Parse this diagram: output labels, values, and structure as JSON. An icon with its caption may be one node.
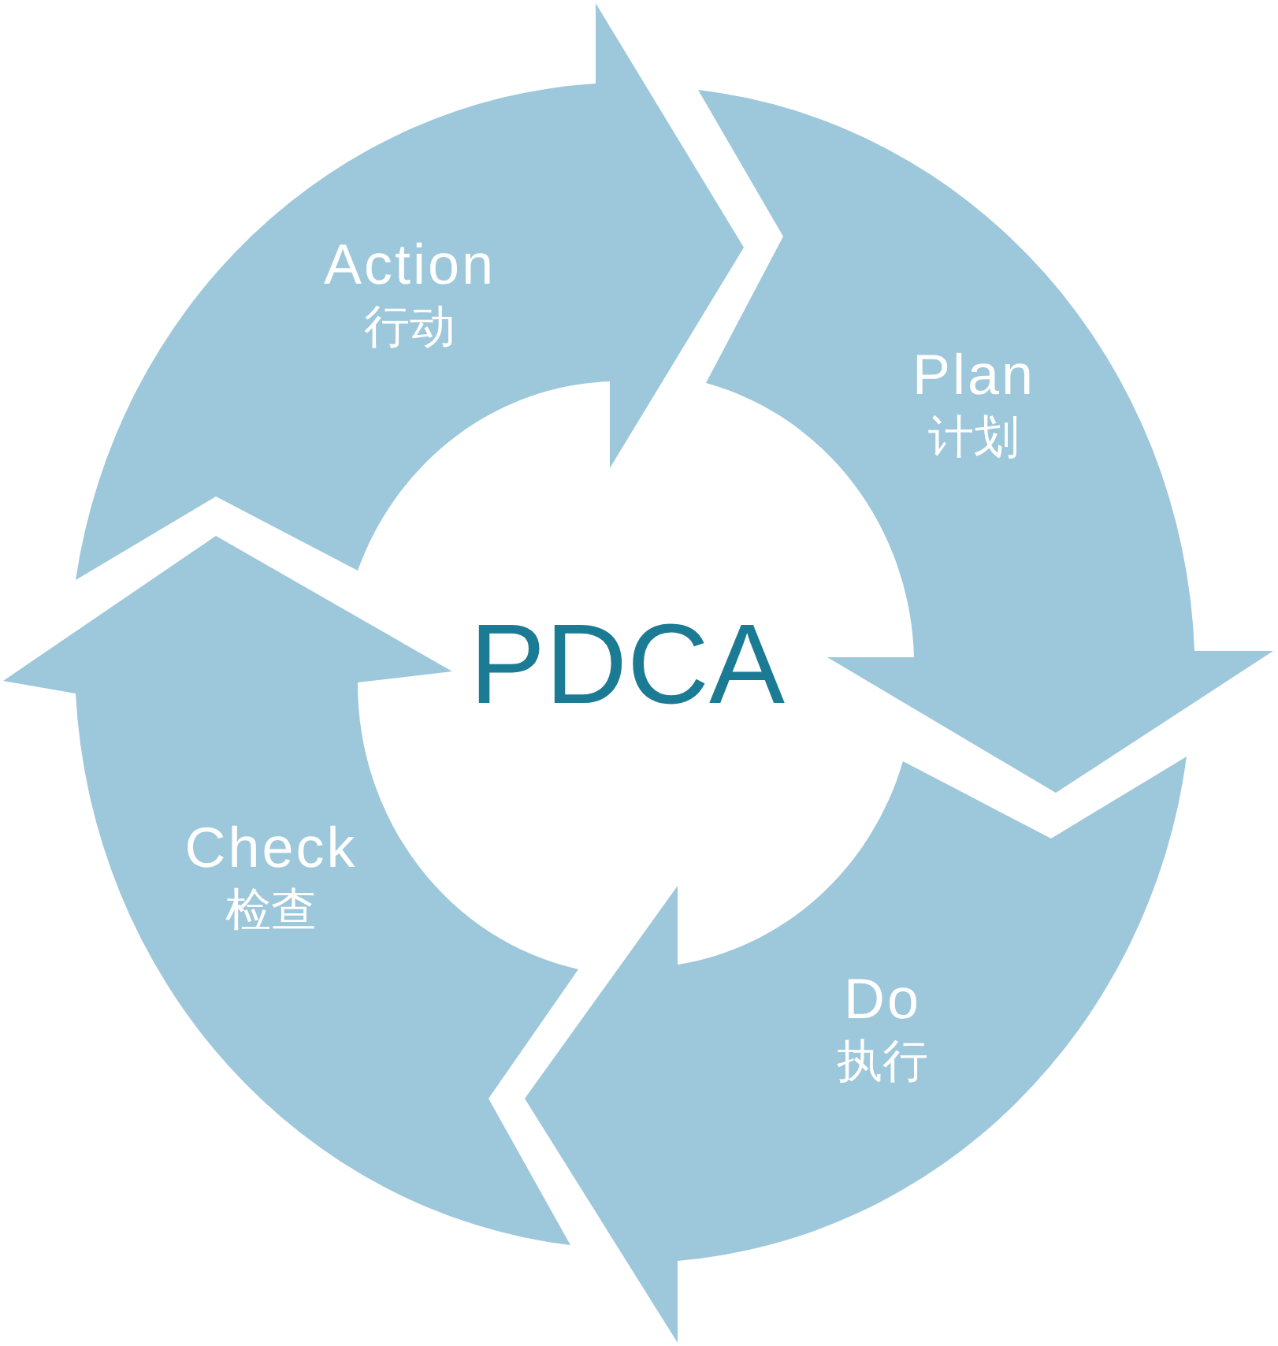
{
  "diagram": {
    "title": "PDCA",
    "nodes": [
      {
        "text": [
          "Plan",
          "计划"
        ]
      },
      {
        "text": [
          "Do",
          "执行"
        ]
      },
      {
        "text": [
          "Check",
          "检查"
        ]
      },
      {
        "text": [
          "Action",
          "行动"
        ]
      }
    ]
  }
}
